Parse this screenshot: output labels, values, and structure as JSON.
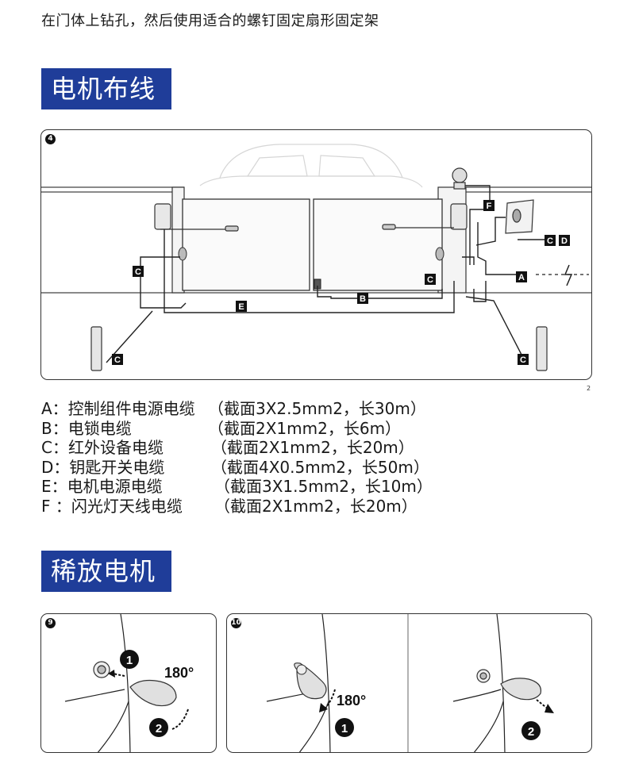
{
  "intro_text": "在门体上钻孔，然后使用适合的螺钉固定扇形固定架",
  "section1": {
    "title": "电机布线"
  },
  "section2": {
    "title": "稀放电机"
  },
  "figure4": {
    "number": "4",
    "labels": {
      "a": "A",
      "b": "B",
      "c": "C",
      "d": "D",
      "e": "E",
      "f": "F"
    }
  },
  "page_number": "2",
  "legend": [
    {
      "name": "A：控制组件电源电缆",
      "spec": "（截面3X2.5mm2，长30m）"
    },
    {
      "name": "B：电锁电缆",
      "spec": "（截面2X1mm2，长6m）"
    },
    {
      "name": "C：红外设备电缆",
      "spec": "（截面2X1mm2，长20m）"
    },
    {
      "name": "D：钥匙开关电缆",
      "spec": "（截面4X0.5mm2，长50m）"
    },
    {
      "name": "E：电机电源电缆",
      "spec": "（截面3X1.5mm2，长10m）"
    },
    {
      "name": "F ：闪光灯天线电缆",
      "spec": "（截面2X1mm2，长20m）"
    }
  ],
  "figure9": {
    "number": "9",
    "step1": "1",
    "step2": "2",
    "angle": "180°"
  },
  "figure10": {
    "number": "10",
    "step1": "1",
    "step2": "2",
    "angle": "180°"
  },
  "colors": {
    "heading_bg": "#1f3d99",
    "heading_text": "#ffffff",
    "line": "#222222"
  }
}
